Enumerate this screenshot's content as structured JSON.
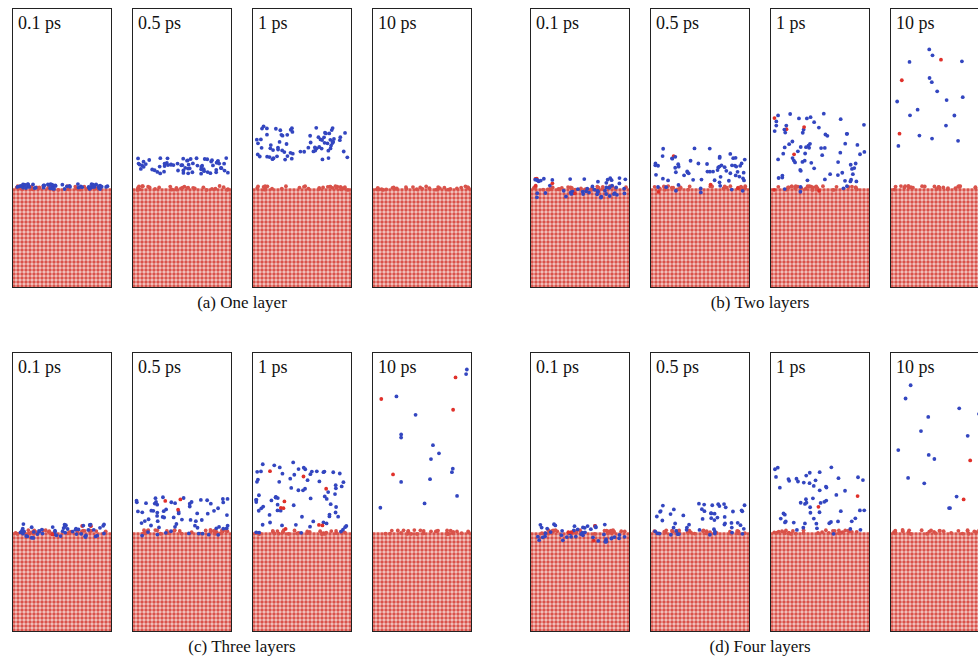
{
  "diagram": {
    "nodes": [
      {
        "text": [
          "0.1 ps"
        ]
      },
      {
        "text": [
          "0.5 ps"
        ]
      },
      {
        "text": [
          "1 ps"
        ]
      },
      {
        "text": [
          "10 ps"
        ]
      },
      {
        "text": [
          "0.1 ps"
        ]
      },
      {
        "text": [
          "0.5 ps"
        ]
      },
      {
        "text": [
          "1 ps"
        ]
      },
      {
        "text": [
          "10 ps"
        ]
      },
      {
        "text": [
          "0.1 ps"
        ]
      },
      {
        "text": [
          "0.5 ps"
        ]
      },
      {
        "text": [
          "1 ps"
        ]
      },
      {
        "text": [
          "10 ps"
        ]
      },
      {
        "text": [
          "0.1 ps"
        ]
      },
      {
        "text": [
          "0.5 ps"
        ]
      },
      {
        "text": [
          "1 ps"
        ]
      },
      {
        "text": [
          "10 ps"
        ]
      }
    ],
    "labels": [
      "(a) One layer",
      "(b) Two layers",
      "(c) Three layers",
      "(d) Four layers"
    ]
  }
}
